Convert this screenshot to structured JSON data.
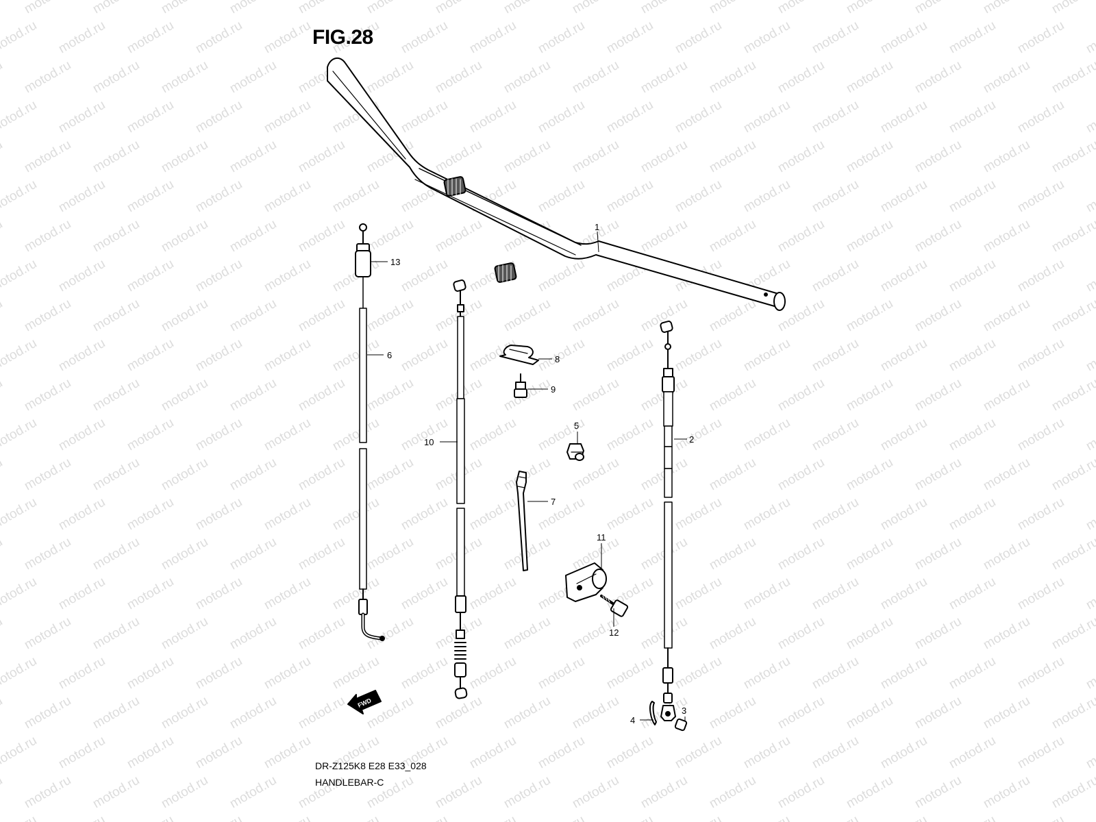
{
  "figure": {
    "title": "FIG.28",
    "model_code": "DR-Z125K8 E28 E33_028",
    "section_name": "HANDLEBAR-C"
  },
  "watermark": {
    "text": "motod.ru",
    "color": "#dcdcdc"
  },
  "callouts": [
    {
      "id": "1",
      "part": "handlebar"
    },
    {
      "id": "2",
      "part": "cable-right"
    },
    {
      "id": "3",
      "part": "small-cap"
    },
    {
      "id": "4",
      "part": "pin"
    },
    {
      "id": "5",
      "part": "clip"
    },
    {
      "id": "6",
      "part": "cable-left"
    },
    {
      "id": "7",
      "part": "cable-tie"
    },
    {
      "id": "8",
      "part": "cable-guide"
    },
    {
      "id": "9",
      "part": "bolt-small"
    },
    {
      "id": "10",
      "part": "cable-middle"
    },
    {
      "id": "11",
      "part": "clamp"
    },
    {
      "id": "12",
      "part": "bolt-large"
    },
    {
      "id": "13",
      "part": "cable-end"
    }
  ],
  "fwd_arrow": {
    "label": "FWD"
  }
}
